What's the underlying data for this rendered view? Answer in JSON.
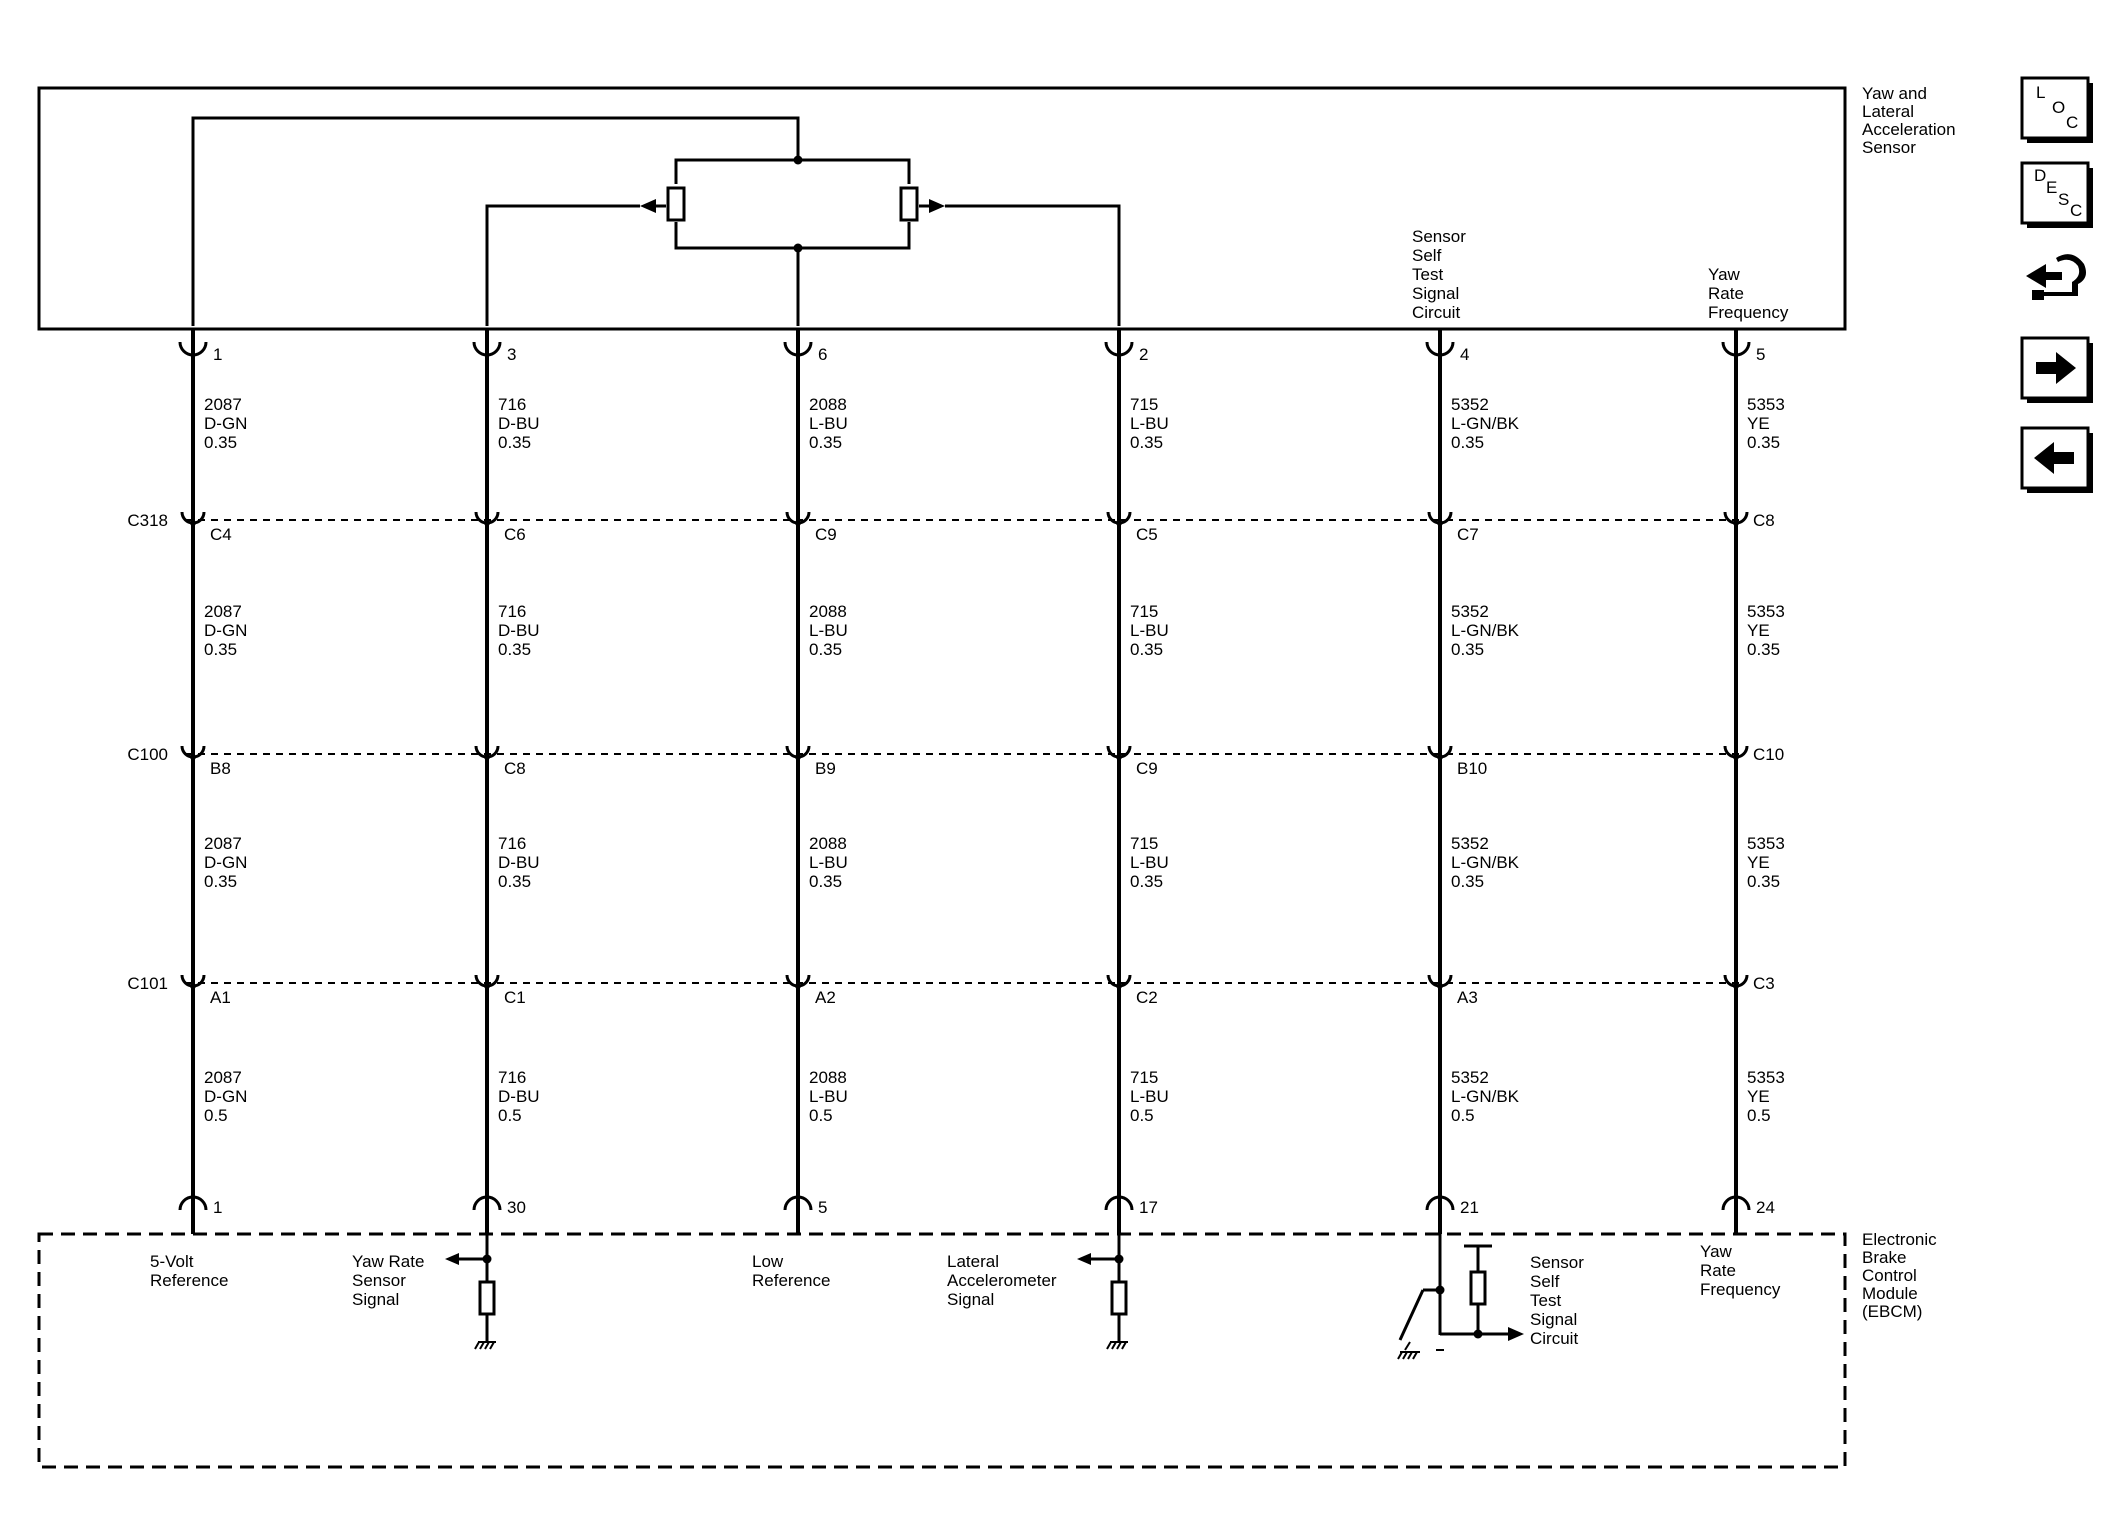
{
  "top_module": {
    "name_lines": [
      "Yaw and",
      "Lateral",
      "Acceleration",
      "Sensor"
    ],
    "pin_labels": [
      {
        "col": 4,
        "lines": [
          "Sensor",
          "Self",
          "Test",
          "Signal",
          "Circuit"
        ]
      },
      {
        "col": 5,
        "lines": [
          "Yaw",
          "Rate",
          "Frequency"
        ]
      }
    ]
  },
  "bottom_module": {
    "name_lines": [
      "Electronic",
      "Brake",
      "Control",
      "Module",
      "(EBCM)"
    ],
    "pin_labels": [
      {
        "col": 0,
        "lines": [
          "5-Volt",
          "Reference"
        ]
      },
      {
        "col": 1,
        "lines": [
          "Yaw Rate",
          "Sensor",
          "Signal"
        ]
      },
      {
        "col": 2,
        "lines": [
          "Low",
          "Reference"
        ]
      },
      {
        "col": 3,
        "lines": [
          "Lateral",
          "Accelerometer",
          "Signal"
        ]
      },
      {
        "col": 4,
        "lines": [
          "Sensor",
          "Self",
          "Test",
          "Signal",
          "Circuit"
        ]
      },
      {
        "col": 5,
        "lines": [
          "Yaw",
          "Rate",
          "Frequency"
        ]
      }
    ]
  },
  "connectors": [
    "C318",
    "C100",
    "C101"
  ],
  "circuits": [
    {
      "top_pin": "1",
      "conn_pins": [
        "C4",
        "B8",
        "A1"
      ],
      "bottom_pin": "1",
      "wire": {
        "number": "2087",
        "color": "D-GN",
        "sizes": [
          "0.35",
          "0.35",
          "0.35",
          "0.5"
        ]
      }
    },
    {
      "top_pin": "3",
      "conn_pins": [
        "C6",
        "C8",
        "C1"
      ],
      "bottom_pin": "30",
      "wire": {
        "number": "716",
        "color": "D-BU",
        "sizes": [
          "0.35",
          "0.35",
          "0.35",
          "0.5"
        ]
      }
    },
    {
      "top_pin": "6",
      "conn_pins": [
        "C9",
        "B9",
        "A2"
      ],
      "bottom_pin": "5",
      "wire": {
        "number": "2088",
        "color": "L-BU",
        "sizes": [
          "0.35",
          "0.35",
          "0.35",
          "0.5"
        ]
      }
    },
    {
      "top_pin": "2",
      "conn_pins": [
        "C5",
        "C9",
        "C2"
      ],
      "bottom_pin": "17",
      "wire": {
        "number": "715",
        "color": "L-BU",
        "sizes": [
          "0.35",
          "0.35",
          "0.35",
          "0.5"
        ]
      }
    },
    {
      "top_pin": "4",
      "conn_pins": [
        "C7",
        "B10",
        "A3"
      ],
      "bottom_pin": "21",
      "wire": {
        "number": "5352",
        "color": "L-GN/BK",
        "sizes": [
          "0.35",
          "0.35",
          "0.35",
          "0.5"
        ]
      }
    },
    {
      "top_pin": "5",
      "conn_pins": [
        "C8",
        "C10",
        "C3"
      ],
      "bottom_pin": "24",
      "wire": {
        "number": "5353",
        "color": "YE",
        "sizes": [
          "0.35",
          "0.35",
          "0.35",
          "0.5"
        ]
      }
    }
  ],
  "nav_buttons": [
    {
      "name": "loc-button",
      "letters": [
        "L",
        "O",
        "C"
      ]
    },
    {
      "name": "desc-button",
      "letters": [
        "D",
        "E",
        "S",
        "C"
      ]
    },
    {
      "name": "connector-end-view-button",
      "icon": "connector-hand-icon"
    },
    {
      "name": "next-button",
      "icon": "arrow-right-icon"
    },
    {
      "name": "previous-button",
      "icon": "arrow-left-icon"
    }
  ]
}
